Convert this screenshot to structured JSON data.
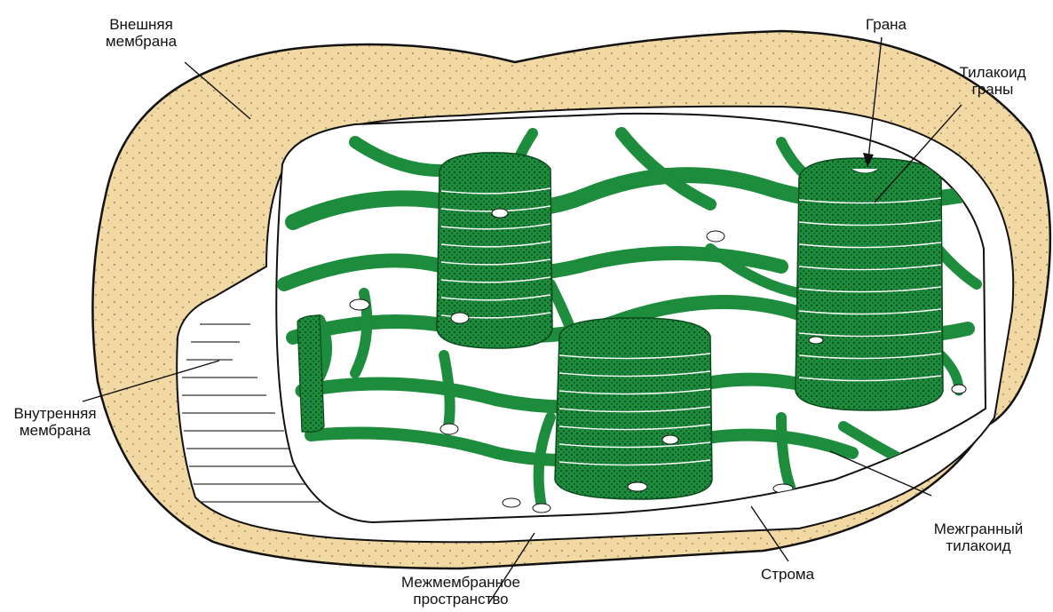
{
  "labels": {
    "outer_membrane": [
      "Внешняя",
      "мембрана"
    ],
    "granum": [
      "Грана"
    ],
    "granal_thylakoid": [
      "Тилакоид",
      "граны"
    ],
    "inner_membrane": [
      "Внутренняя",
      "мембрана"
    ],
    "intergranal_thylakoid": [
      "Межгранный",
      "тилакоид"
    ],
    "stroma": [
      "Строма"
    ],
    "intermembrane_space": [
      "Межмембранное",
      "пространство"
    ]
  },
  "colors": {
    "outer_membrane_fill": "#f2d9a4",
    "thylakoid_green": "#1d8c3c",
    "granum_dark": "#0b5a22",
    "outline": "#111111",
    "background": "#ffffff"
  }
}
